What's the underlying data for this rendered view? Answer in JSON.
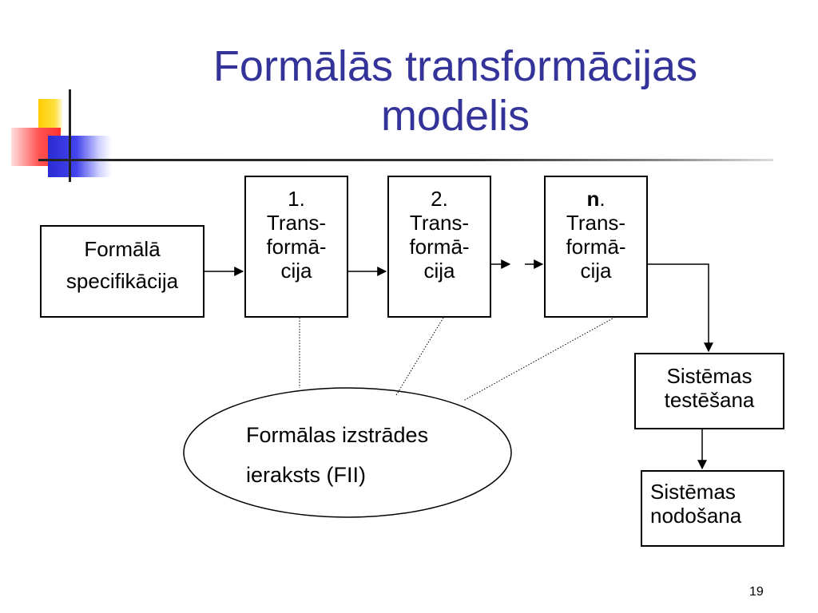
{
  "title": {
    "line1": "Formālās transformācijas",
    "line2": "modelis"
  },
  "boxes": {
    "spec": {
      "line1": "Formālā",
      "line2": "specifikācija"
    },
    "t1": {
      "num": "1.",
      "line1": "Trans-",
      "line2": "formā-",
      "line3": "cija"
    },
    "t2": {
      "num": "2.",
      "line1": "Trans-",
      "line2": "formā-",
      "line3": "cija"
    },
    "tn": {
      "num_bold": "n",
      "num_suffix": ".",
      "line1": "Trans-",
      "line2": "formā-",
      "line3": "cija"
    },
    "test": {
      "line1": "Sistēmas",
      "line2": "testēšana"
    },
    "delivery": {
      "line1": "Sistēmas",
      "line2": "nodošana"
    }
  },
  "ellipse": {
    "line1": "Formālas izstrādes",
    "line2": "ieraksts (FII)"
  },
  "page_number": "19",
  "colors": {
    "title": "#333399",
    "deco_yellow": "#ffcc00",
    "deco_red": "#ff3030",
    "deco_blue": "#2b2bd4"
  }
}
